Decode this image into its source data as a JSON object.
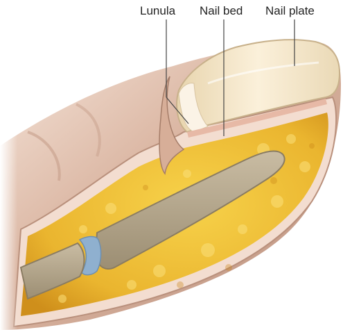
{
  "labels": {
    "lunula": "Lunula",
    "nail_bed": "Nail bed",
    "nail_plate": "Nail plate"
  },
  "colors": {
    "skin_light": "#f3ddd0",
    "skin_mid": "#d9b39f",
    "skin_dark": "#b98f7c",
    "fat_yellow": "#f0c23a",
    "fat_orange": "#d99a1e",
    "bone": "#b5a78c",
    "joint_blue": "#8fb0cf",
    "nail": "#f4e6c9",
    "leader_line": "#444444"
  }
}
